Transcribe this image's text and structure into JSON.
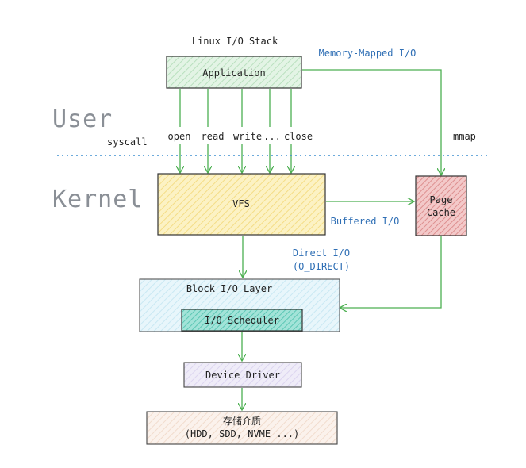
{
  "title": "Linux I/O Stack",
  "regions": {
    "user": "User",
    "kernel": "Kernel"
  },
  "labels": {
    "syscall": "syscall",
    "mmap": "mmap",
    "memory_mapped": "Memory-Mapped I/O",
    "buffered": "Buffered I/O",
    "direct_line1": "Direct I/O",
    "direct_line2": "(O_DIRECT)"
  },
  "syscalls": [
    "open",
    "read",
    "write",
    "...",
    "close"
  ],
  "boxes": {
    "application": "Application",
    "vfs": "VFS",
    "page_cache_line1": "Page",
    "page_cache_line2": "Cache",
    "block_layer": "Block I/O Layer",
    "io_scheduler": "I/O Scheduler",
    "device_driver": "Device Driver",
    "storage_line1": "存储介质",
    "storage_line2": "(HDD, SDD, NVME ...)"
  },
  "colors": {
    "arrow": "#4caf50",
    "application_fill": "#d8f0dc",
    "vfs_fill": "#fbeeb2",
    "page_cache_fill": "#efb5b5",
    "block_fill": "#dff1f8",
    "scheduler_fill": "#7fd6c8",
    "driver_fill": "#e6e1f5",
    "storage_fill": "#f8ece4",
    "separator": "#3d8fd1",
    "label_blue": "#2f6fb5"
  }
}
